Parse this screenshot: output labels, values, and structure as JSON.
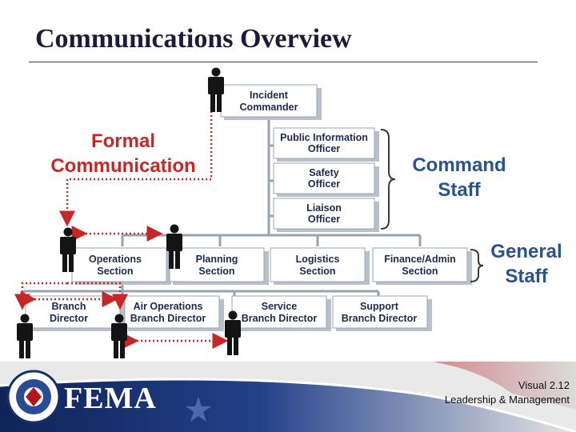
{
  "slide": {
    "title": "Communications Overview"
  },
  "diagram": {
    "formal_label": [
      "Formal",
      "Communication"
    ],
    "command_label": [
      "Command",
      "Staff"
    ],
    "general_label": [
      "General",
      "Staff"
    ],
    "incident_commander": [
      "Incident",
      "Commander"
    ],
    "public_info": [
      "Public Information",
      "Officer"
    ],
    "safety": [
      "Safety",
      "Officer"
    ],
    "liaison": [
      "Liaison",
      "Officer"
    ],
    "operations": [
      "Operations",
      "Section"
    ],
    "planning": [
      "Planning",
      "Section"
    ],
    "logistics": [
      "Logistics",
      "Section"
    ],
    "finance": [
      "Finance/Admin",
      "Section"
    ],
    "branch": [
      "Branch",
      "Director"
    ],
    "air_ops": [
      "Air Operations",
      "Branch Director"
    ],
    "service": [
      "Service",
      "Branch Director"
    ],
    "support": [
      "Support",
      "Branch Director"
    ]
  },
  "footer": {
    "logo_word": "FEMA",
    "visual_number": "Visual 2.12",
    "course": "Leadership & Management"
  },
  "colors": {
    "title": "#1c1c3a",
    "blue_label": "#27548f",
    "red_label": "#c62828",
    "footer_red": "#b3161c",
    "footer_navy": "#16306a"
  },
  "icons": [
    "person-icon",
    "dhs-seal-icon",
    "star-icon"
  ]
}
